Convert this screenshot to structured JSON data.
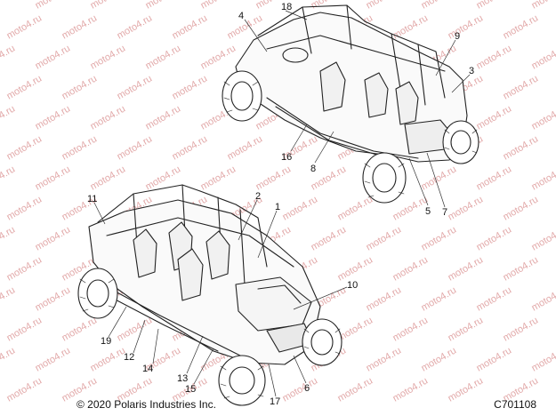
{
  "watermark": "moto4.ru",
  "copyright": "© 2020 Polaris Industries Inc.",
  "diagram_code": "C701108",
  "callouts": [
    "1",
    "2",
    "3",
    "4",
    "5",
    "6",
    "7",
    "8",
    "9",
    "10",
    "11",
    "12",
    "13",
    "14",
    "15",
    "16",
    "17",
    "18",
    "19"
  ]
}
